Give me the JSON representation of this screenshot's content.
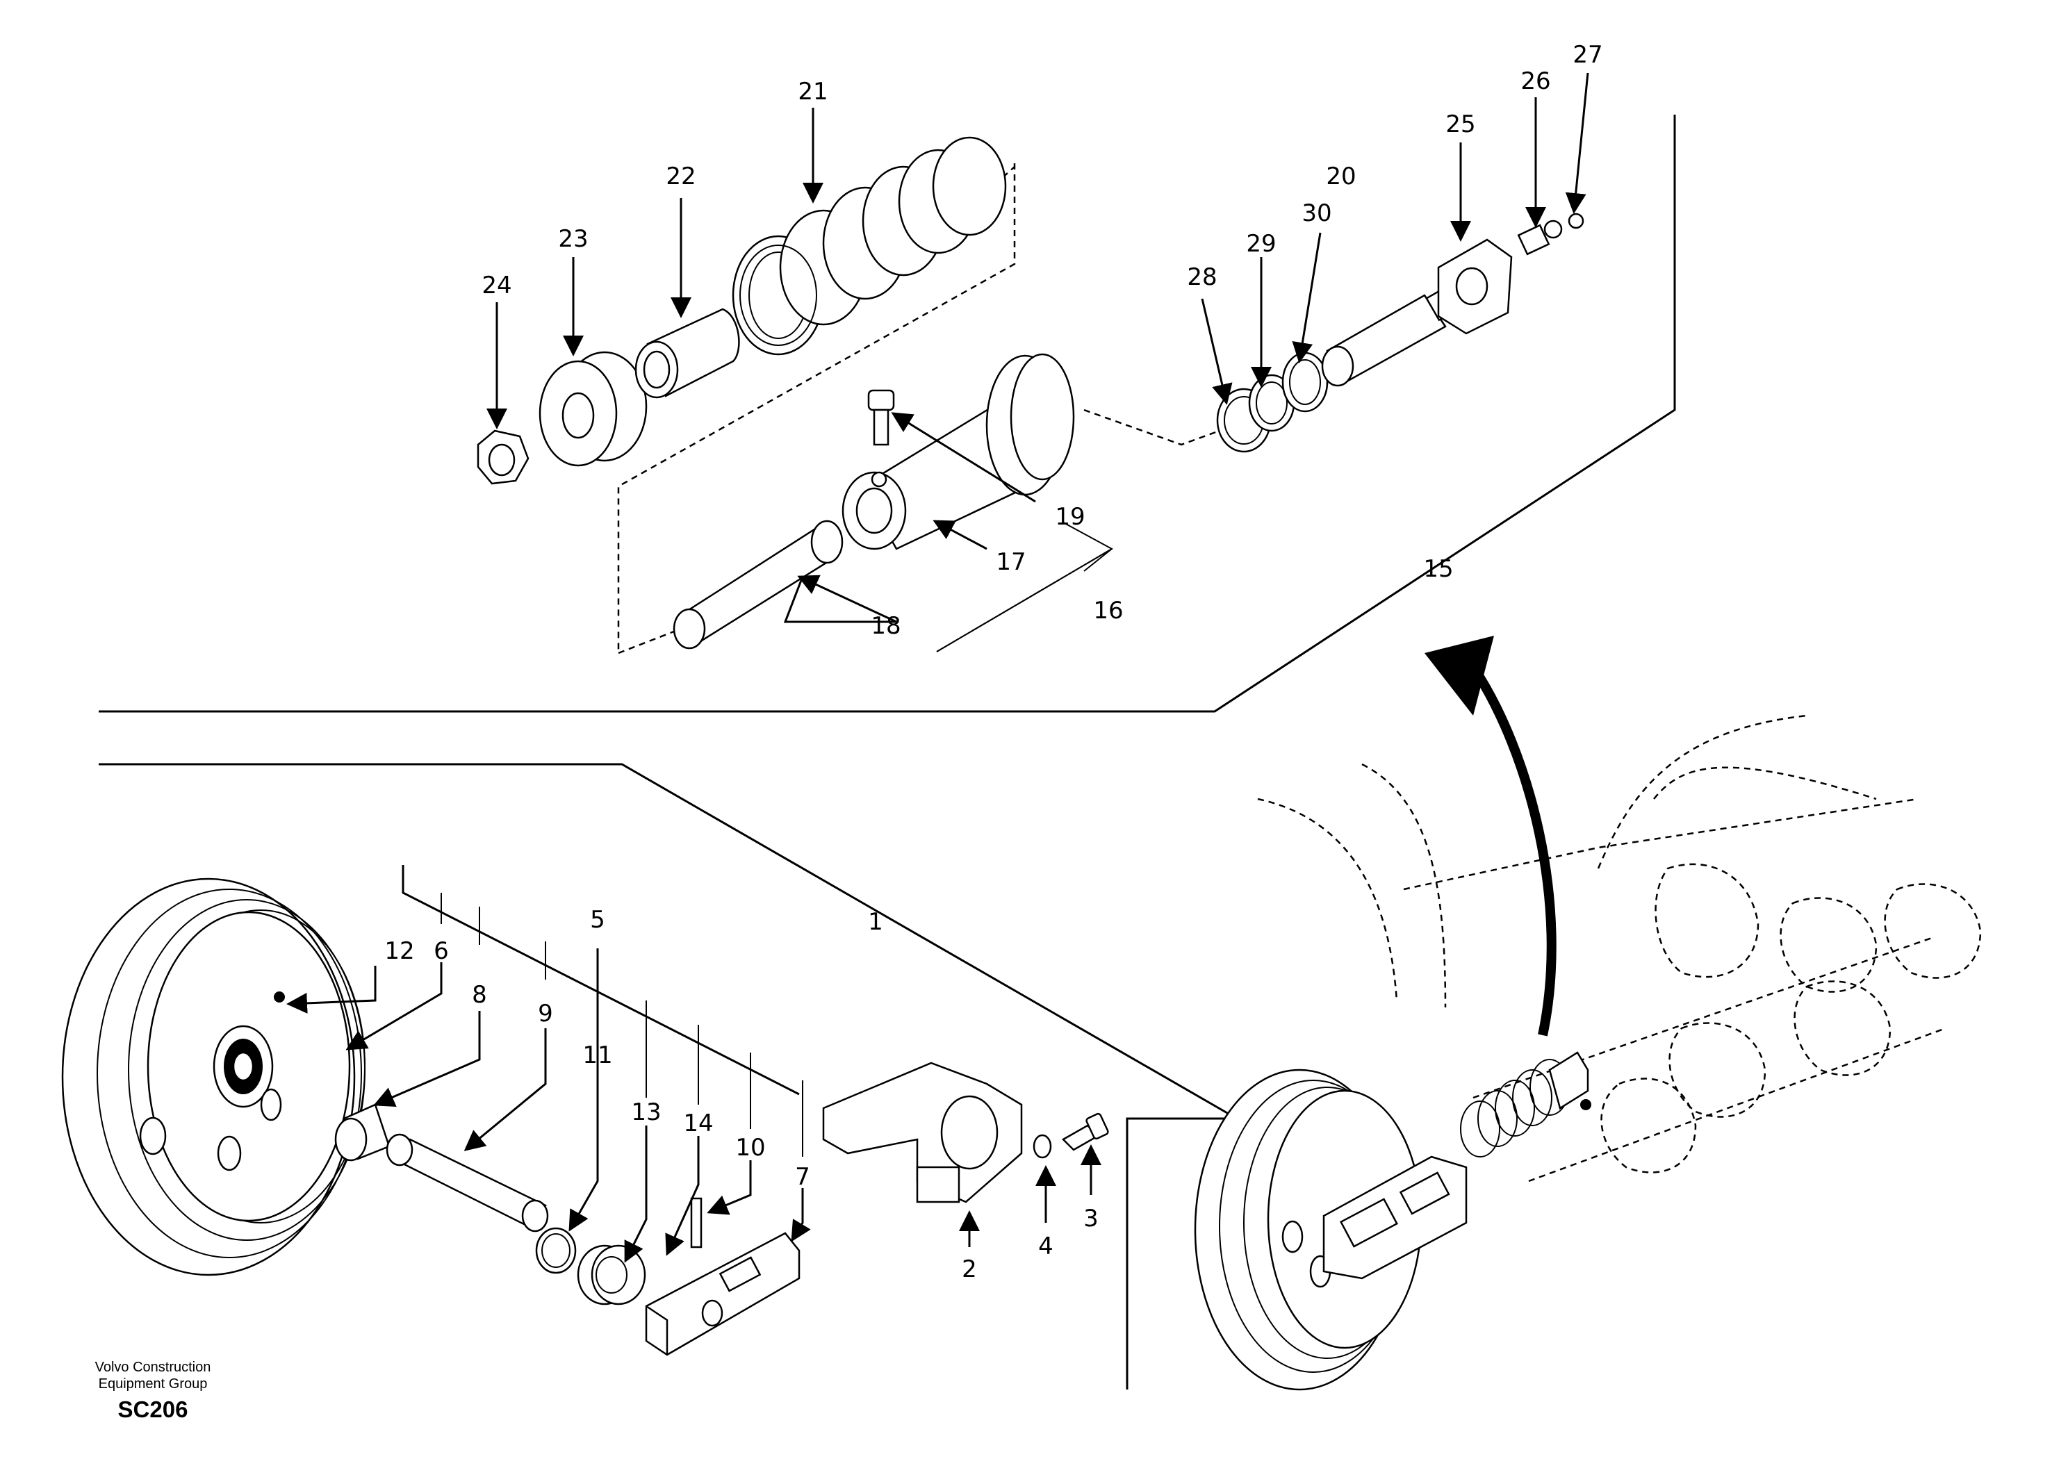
{
  "footer": {
    "company_line1": "Volvo Construction",
    "company_line2": "Equipment Group",
    "figure_code": "SC206"
  },
  "callouts": {
    "c1": "1",
    "c2": "2",
    "c3": "3",
    "c4": "4",
    "c5": "5",
    "c6": "6",
    "c7": "7",
    "c8": "8",
    "c9": "9",
    "c10": "10",
    "c11": "11",
    "c12": "12",
    "c13": "13",
    "c14": "14",
    "c15": "15",
    "c16": "16",
    "c17": "17",
    "c18": "18",
    "c19": "19",
    "c20": "20",
    "c21": "21",
    "c22": "22",
    "c23": "23",
    "c24": "24",
    "c25": "25",
    "c26": "26",
    "c27": "27",
    "c28": "28",
    "c29": "29",
    "c30": "30"
  }
}
